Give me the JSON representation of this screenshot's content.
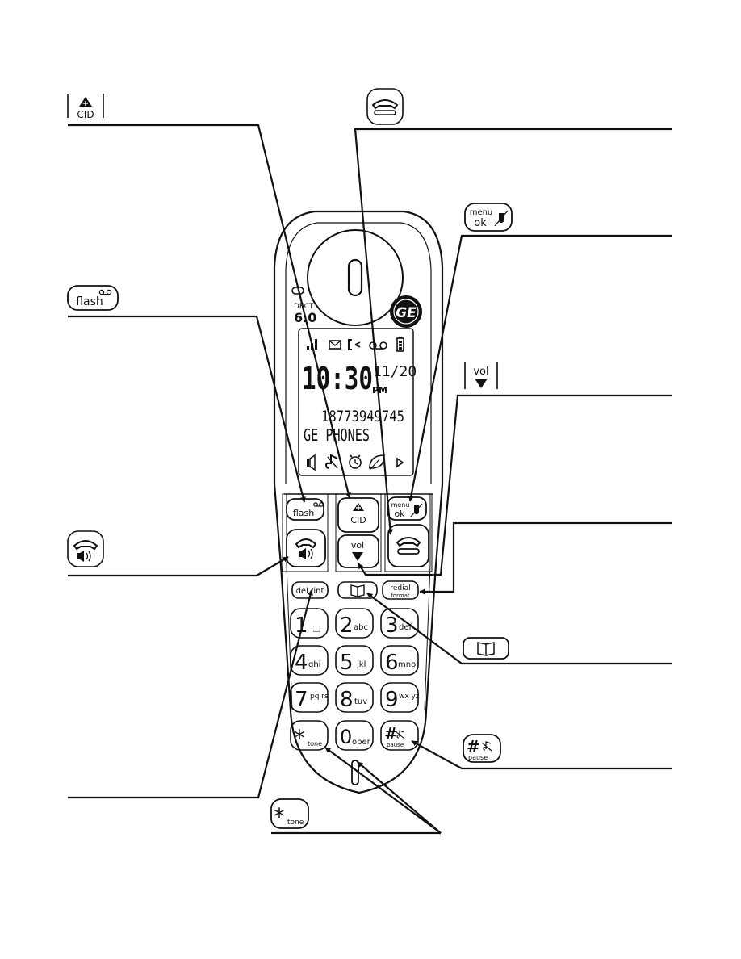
{
  "brand": {
    "logo_text": "GE",
    "dect_label": "DECT",
    "dect_version": "6.0"
  },
  "display": {
    "time": "10:30",
    "date": "11/20",
    "ampm": "PM",
    "number": "18773949745",
    "name": "GE PHONES"
  },
  "keys": {
    "flash": "flash",
    "cid": "CID",
    "menu": "menu",
    "ok": "ok",
    "vol": "vol",
    "del_int": "del /int",
    "redial": "redial",
    "format": "format",
    "keypad": [
      {
        "digit": "1",
        "letters": "⌴"
      },
      {
        "digit": "2",
        "letters": "abc"
      },
      {
        "digit": "3",
        "letters": "def"
      },
      {
        "digit": "4",
        "letters": "ghi"
      },
      {
        "digit": "5",
        "letters": "jkl"
      },
      {
        "digit": "6",
        "letters": "mno"
      },
      {
        "digit": "7",
        "letters": "pq rs"
      },
      {
        "digit": "8",
        "letters": "tuv"
      },
      {
        "digit": "9",
        "letters": "wx yz"
      },
      {
        "digit": "*",
        "letters": "tone"
      },
      {
        "digit": "0",
        "letters": "oper"
      },
      {
        "digit": "#",
        "letters": "pause"
      }
    ]
  },
  "callouts": {
    "cid": "CID",
    "menu": "menu",
    "ok": "ok",
    "flash": "flash",
    "vol": "vol",
    "pause": "pause",
    "tone": "tone"
  },
  "colors": {
    "ink": "#111111",
    "background": "#ffffff"
  }
}
